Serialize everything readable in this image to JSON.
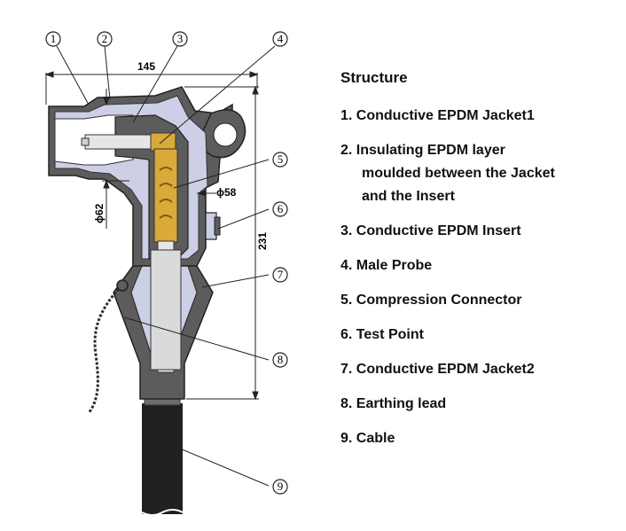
{
  "legend": {
    "title": "Structure",
    "items": [
      {
        "number": "1.",
        "text": "Conductive EPDM Jacket1"
      },
      {
        "number": "2.",
        "text": "Insulating EPDM layer",
        "lines": [
          "moulded between the Jacket",
          "and the Insert"
        ]
      },
      {
        "number": "3.",
        "text": "Conductive EPDM Insert"
      },
      {
        "number": "4.",
        "text": "Male Probe"
      },
      {
        "number": "5.",
        "text": "Compression Connector"
      },
      {
        "number": "6.",
        "text": "Test Point"
      },
      {
        "number": "7.",
        "text": "Conductive EPDM Jacket2"
      },
      {
        "number": "8.",
        "text": "Earthing lead"
      },
      {
        "number": "9.",
        "text": "Cable"
      }
    ]
  },
  "callouts": [
    "1",
    "2",
    "3",
    "4",
    "5",
    "6",
    "7",
    "8",
    "9"
  ],
  "dimensions": {
    "width_top": "145",
    "diameter_left": "ϕ62",
    "diameter_right": "ϕ58",
    "height_right": "231"
  },
  "colors": {
    "jacket": "#5c5c5c",
    "insulation": "#cccfe6",
    "probe": "#e6e6e6",
    "connector": "#d9a93a",
    "cable": "#202020"
  }
}
